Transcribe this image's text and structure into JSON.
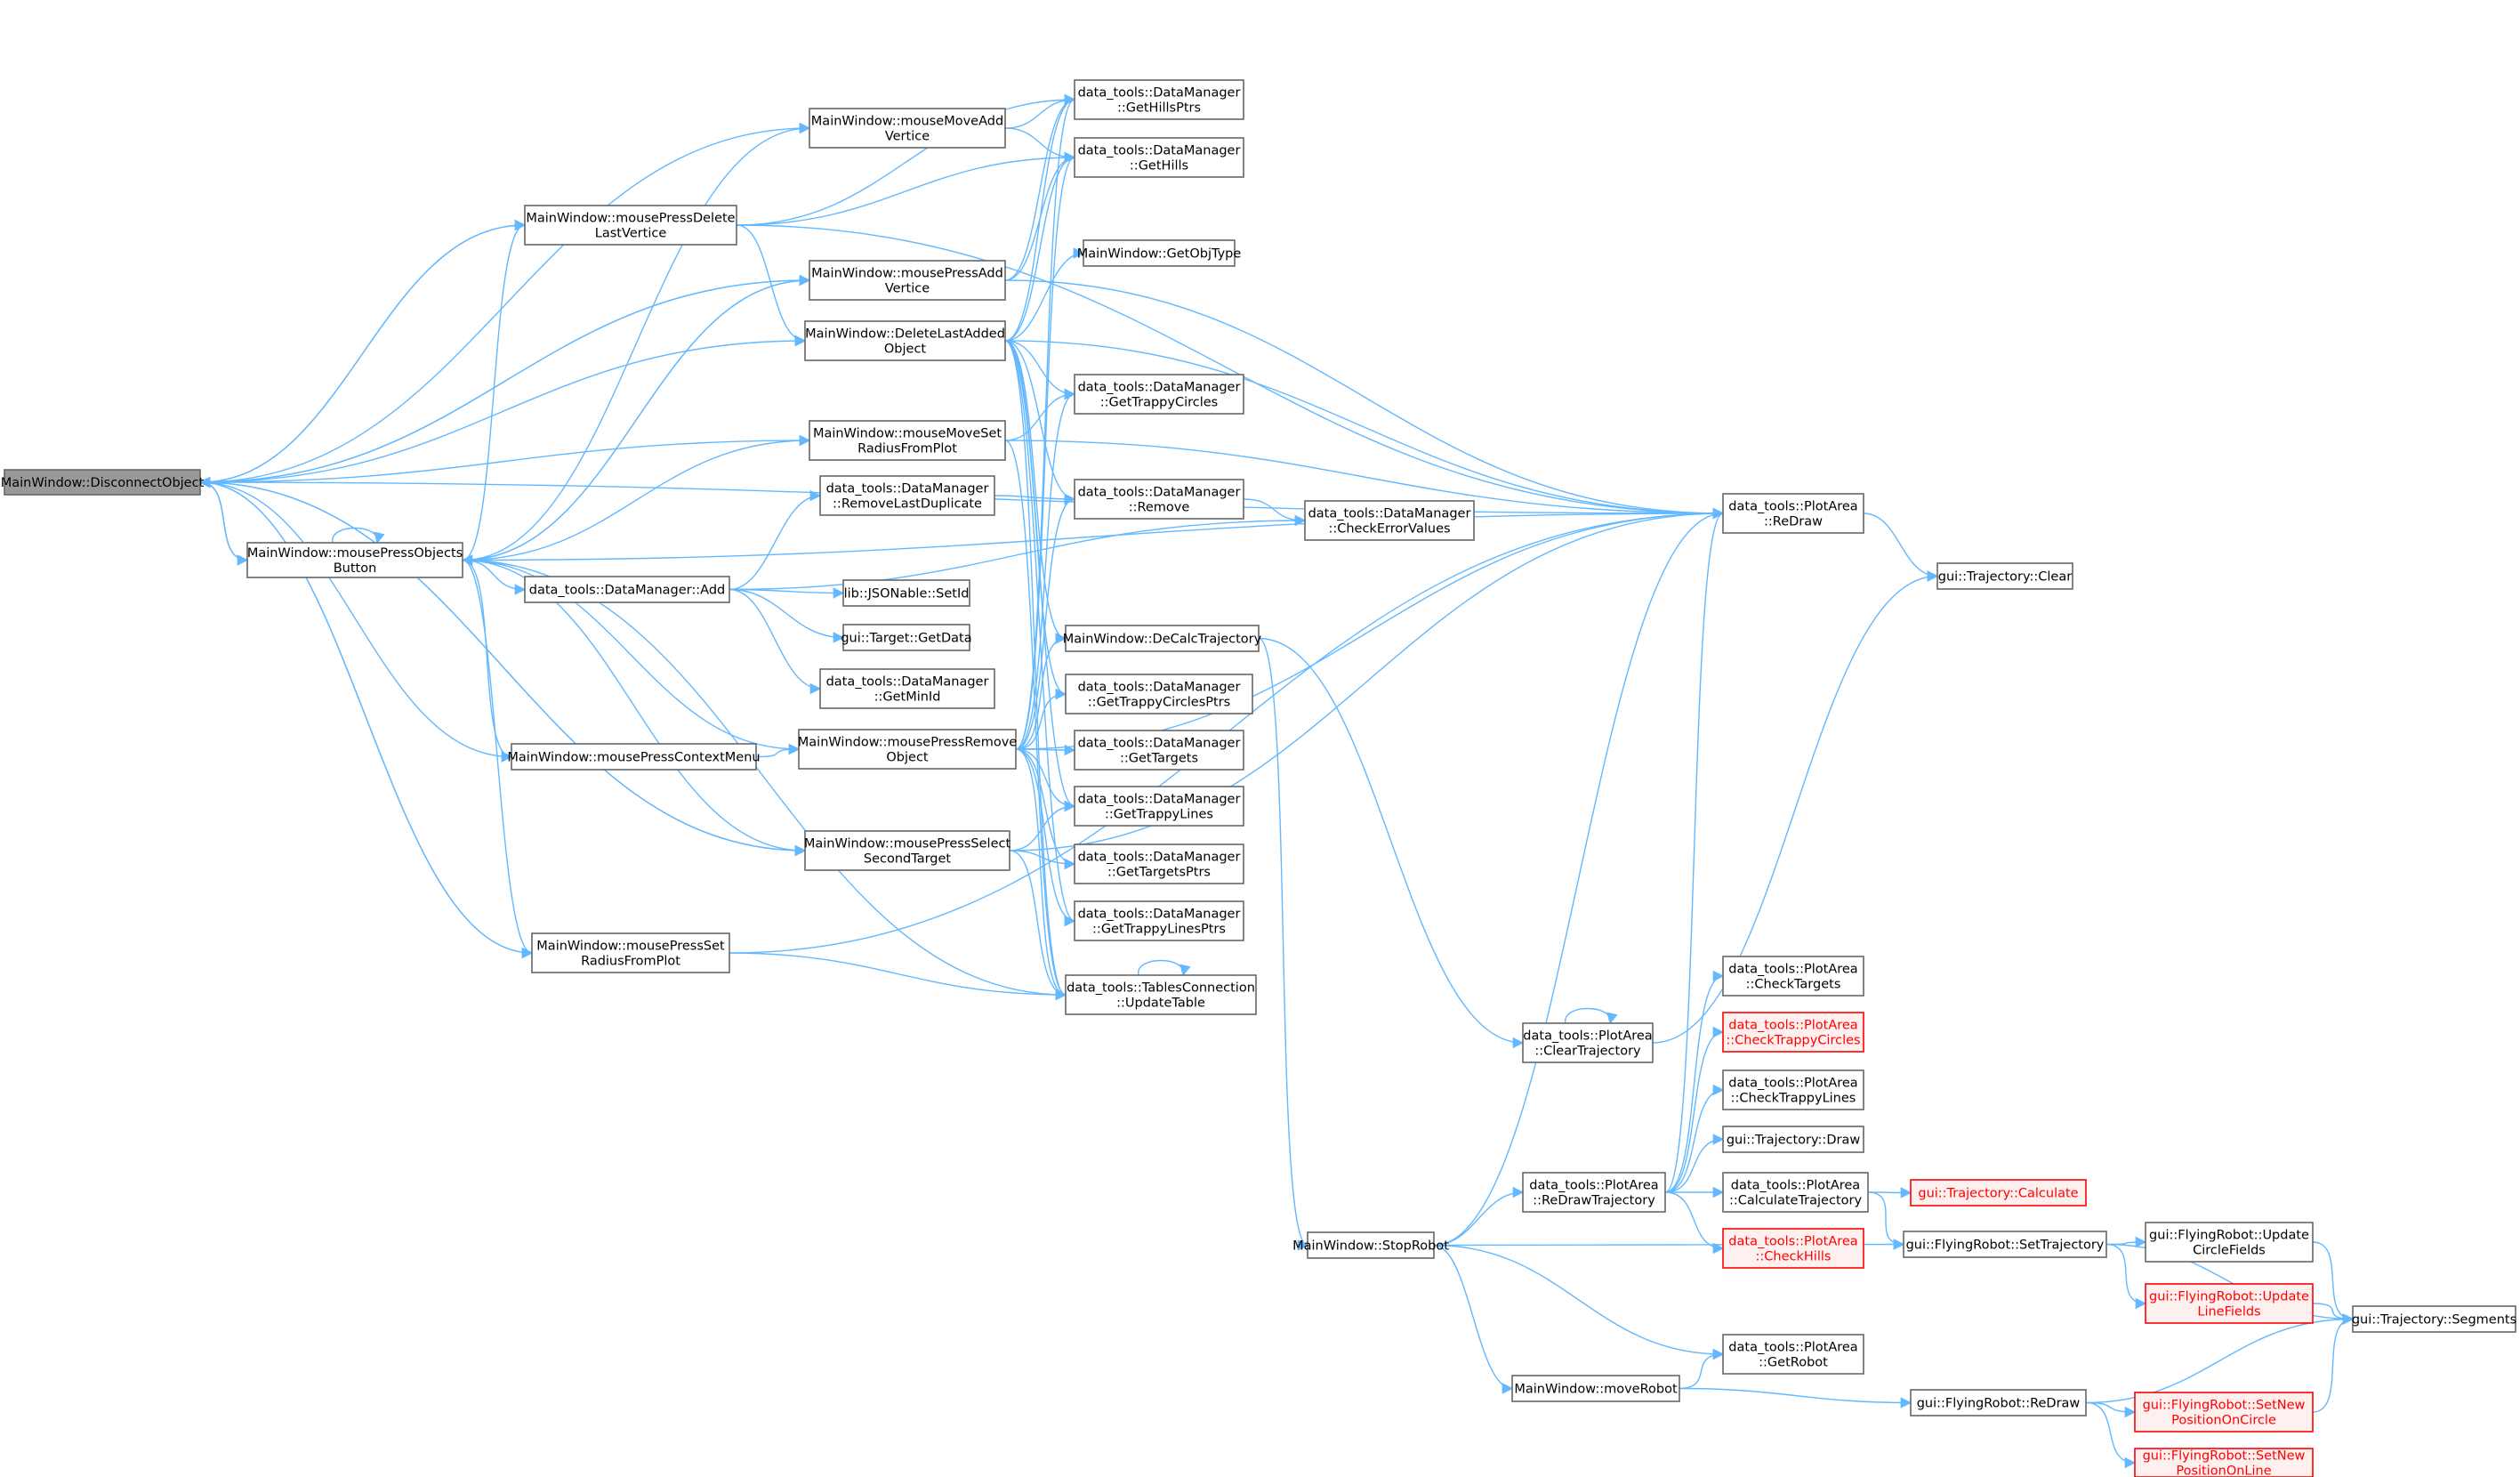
{
  "colors": {
    "edge": "#63b8ff",
    "node_border": "#666666",
    "node_fill": "#ffffff",
    "node_text": "#000000",
    "focus_fill": "#999999",
    "focus_border": "#666666",
    "missing_border": "#ff0000",
    "missing_fill": "#fff0f0",
    "missing_text": "#ff0000"
  },
  "nodes": {
    "disconnect": {
      "lines": [
        "MainWindow::DisconnectObject"
      ],
      "kind": "focus"
    },
    "objbtn": {
      "lines": [
        "MainWindow::mousePressObjects",
        "Button"
      ]
    },
    "mmAddV": {
      "lines": [
        "MainWindow::mouseMoveAdd",
        "Vertice"
      ]
    },
    "mpDelLast": {
      "lines": [
        "MainWindow::mousePressDelete",
        "LastVertice"
      ]
    },
    "mpAddV": {
      "lines": [
        "MainWindow::mousePressAdd",
        "Vertice"
      ]
    },
    "delLastAdded": {
      "lines": [
        "MainWindow::DeleteLastAdded",
        "Object"
      ]
    },
    "mmSetR": {
      "lines": [
        "MainWindow::mouseMoveSet",
        "RadiusFromPlot"
      ]
    },
    "dmRemLastDup": {
      "lines": [
        "data_tools::DataManager",
        "::RemoveLastDuplicate"
      ]
    },
    "dmAdd": {
      "lines": [
        "data_tools::DataManager::Add"
      ]
    },
    "setId": {
      "lines": [
        "lib::JSONable::SetId"
      ]
    },
    "getData": {
      "lines": [
        "gui::Target::GetData"
      ]
    },
    "getMinId": {
      "lines": [
        "data_tools::DataManager",
        "::GetMinId"
      ]
    },
    "ctxMenu": {
      "lines": [
        "MainWindow::mousePressContextMenu"
      ]
    },
    "mpRemObj": {
      "lines": [
        "MainWindow::mousePressRemove",
        "Object"
      ]
    },
    "mpSelSecond": {
      "lines": [
        "MainWindow::mousePressSelect",
        "SecondTarget"
      ]
    },
    "mpSetR": {
      "lines": [
        "MainWindow::mousePressSet",
        "RadiusFromPlot"
      ]
    },
    "getHillsPtrs": {
      "lines": [
        "data_tools::DataManager",
        "::GetHillsPtrs"
      ]
    },
    "getHills": {
      "lines": [
        "data_tools::DataManager",
        "::GetHills"
      ]
    },
    "getObjType": {
      "lines": [
        "MainWindow::GetObjType"
      ]
    },
    "getTrappyCircles": {
      "lines": [
        "data_tools::DataManager",
        "::GetTrappyCircles"
      ]
    },
    "dmRemove": {
      "lines": [
        "data_tools::DataManager",
        "::Remove"
      ]
    },
    "deCalcTraj": {
      "lines": [
        "MainWindow::DeCalcTrajectory"
      ]
    },
    "getTrappyCirclesPtrs": {
      "lines": [
        "data_tools::DataManager",
        "::GetTrappyCirclesPtrs"
      ]
    },
    "getTargets": {
      "lines": [
        "data_tools::DataManager",
        "::GetTargets"
      ]
    },
    "getTrappyLines": {
      "lines": [
        "data_tools::DataManager",
        "::GetTrappyLines"
      ]
    },
    "getTargetsPtrs": {
      "lines": [
        "data_tools::DataManager",
        "::GetTargetsPtrs"
      ]
    },
    "getTrappyLinesPtrs": {
      "lines": [
        "data_tools::DataManager",
        "::GetTrappyLinesPtrs"
      ]
    },
    "updateTable": {
      "lines": [
        "data_tools::TablesConnection",
        "::UpdateTable"
      ]
    },
    "checkErr": {
      "lines": [
        "data_tools::DataManager",
        "::CheckErrorValues"
      ]
    },
    "clearTraj": {
      "lines": [
        "data_tools::PlotArea",
        "::ClearTrajectory"
      ]
    },
    "stopRobot": {
      "lines": [
        "MainWindow::StopRobot"
      ]
    },
    "moveRobot": {
      "lines": [
        "MainWindow::moveRobot"
      ]
    },
    "paReDraw": {
      "lines": [
        "data_tools::PlotArea",
        "::ReDraw"
      ]
    },
    "trajClear": {
      "lines": [
        "gui::Trajectory::Clear"
      ]
    },
    "checkTargets": {
      "lines": [
        "data_tools::PlotArea",
        "::CheckTargets"
      ]
    },
    "checkTrappyCircles": {
      "lines": [
        "data_tools::PlotArea",
        "::CheckTrappyCircles"
      ],
      "kind": "missing"
    },
    "checkTrappyLines": {
      "lines": [
        "data_tools::PlotArea",
        "::CheckTrappyLines"
      ]
    },
    "trajDraw": {
      "lines": [
        "gui::Trajectory::Draw"
      ]
    },
    "reDrawTraj": {
      "lines": [
        "data_tools::PlotArea",
        "::ReDrawTrajectory"
      ]
    },
    "calcTraj": {
      "lines": [
        "data_tools::PlotArea",
        "::CalculateTrajectory"
      ]
    },
    "checkHills": {
      "lines": [
        "data_tools::PlotArea",
        "::CheckHills"
      ],
      "kind": "missing"
    },
    "getRobot": {
      "lines": [
        "data_tools::PlotArea",
        "::GetRobot"
      ]
    },
    "trajCalc": {
      "lines": [
        "gui::Trajectory::Calculate"
      ],
      "kind": "missing"
    },
    "frSetTraj": {
      "lines": [
        "gui::FlyingRobot::SetTrajectory"
      ]
    },
    "frReDraw": {
      "lines": [
        "gui::FlyingRobot::ReDraw"
      ]
    },
    "frUpdCircle": {
      "lines": [
        "gui::FlyingRobot::Update",
        "CircleFields"
      ]
    },
    "frUpdLine": {
      "lines": [
        "gui::FlyingRobot::Update",
        "LineFields"
      ],
      "kind": "missing"
    },
    "frSetNewCircle": {
      "lines": [
        "gui::FlyingRobot::SetNew",
        "PositionOnCircle"
      ],
      "kind": "missing"
    },
    "frSetNewLine": {
      "lines": [
        "gui::FlyingRobot::SetNew",
        "PositionOnLine"
      ],
      "kind": "missing"
    },
    "trajSegments": {
      "lines": [
        "gui::Trajectory::Segments"
      ]
    }
  },
  "edges": [
    [
      "disconnect",
      "mmAddV"
    ],
    [
      "disconnect",
      "mpDelLast"
    ],
    [
      "disconnect",
      "mpAddV"
    ],
    [
      "disconnect",
      "delLastAdded"
    ],
    [
      "disconnect",
      "mmSetR"
    ],
    [
      "disconnect",
      "objbtn"
    ],
    [
      "disconnect",
      "ctxMenu"
    ],
    [
      "disconnect",
      "mpSelSecond"
    ],
    [
      "disconnect",
      "mpSetR"
    ],
    [
      "disconnect",
      "paReDraw"
    ],
    [
      "objbtn",
      "disconnect"
    ],
    [
      "objbtn",
      "objbtn"
    ],
    [
      "objbtn",
      "mmAddV"
    ],
    [
      "objbtn",
      "mpDelLast"
    ],
    [
      "objbtn",
      "mpAddV"
    ],
    [
      "objbtn",
      "mmSetR"
    ],
    [
      "objbtn",
      "dmAdd"
    ],
    [
      "objbtn",
      "ctxMenu"
    ],
    [
      "objbtn",
      "mpRemObj"
    ],
    [
      "objbtn",
      "mpSelSecond"
    ],
    [
      "objbtn",
      "mpSetR"
    ],
    [
      "objbtn",
      "updateTable"
    ],
    [
      "objbtn",
      "paReDraw"
    ],
    [
      "mmAddV",
      "getHillsPtrs"
    ],
    [
      "mmAddV",
      "getHills"
    ],
    [
      "mpDelLast",
      "disconnect"
    ],
    [
      "mpDelLast",
      "getHillsPtrs"
    ],
    [
      "mpDelLast",
      "getHills"
    ],
    [
      "mpDelLast",
      "delLastAdded"
    ],
    [
      "mpDelLast",
      "paReDraw"
    ],
    [
      "mpAddV",
      "disconnect"
    ],
    [
      "mpAddV",
      "getHillsPtrs"
    ],
    [
      "mpAddV",
      "getHills"
    ],
    [
      "mpAddV",
      "objbtn"
    ],
    [
      "mpAddV",
      "paReDraw"
    ],
    [
      "delLastAdded",
      "getHillsPtrs"
    ],
    [
      "delLastAdded",
      "getHills"
    ],
    [
      "delLastAdded",
      "getObjType"
    ],
    [
      "delLastAdded",
      "getTrappyCircles"
    ],
    [
      "delLastAdded",
      "dmRemove"
    ],
    [
      "delLastAdded",
      "deCalcTraj"
    ],
    [
      "delLastAdded",
      "getTrappyCirclesPtrs"
    ],
    [
      "delLastAdded",
      "getTrappyLines"
    ],
    [
      "delLastAdded",
      "getTrappyLinesPtrs"
    ],
    [
      "delLastAdded",
      "updateTable"
    ],
    [
      "delLastAdded",
      "paReDraw"
    ],
    [
      "mmSetR",
      "getTrappyCircles"
    ],
    [
      "mmSetR",
      "updateTable"
    ],
    [
      "mmSetR",
      "paReDraw"
    ],
    [
      "dmAdd",
      "dmRemLastDup"
    ],
    [
      "dmAdd",
      "setId"
    ],
    [
      "dmAdd",
      "getData"
    ],
    [
      "dmAdd",
      "getMinId"
    ],
    [
      "dmAdd",
      "checkErr"
    ],
    [
      "dmRemLastDup",
      "dmRemove"
    ],
    [
      "dmRemove",
      "checkErr"
    ],
    [
      "ctxMenu",
      "mpRemObj"
    ],
    [
      "mpRemObj",
      "getHillsPtrs"
    ],
    [
      "mpRemObj",
      "getHills"
    ],
    [
      "mpRemObj",
      "getTrappyCircles"
    ],
    [
      "mpRemObj",
      "dmRemove"
    ],
    [
      "mpRemObj",
      "deCalcTraj"
    ],
    [
      "mpRemObj",
      "getTrappyCirclesPtrs"
    ],
    [
      "mpRemObj",
      "getTargets"
    ],
    [
      "mpRemObj",
      "getTrappyLines"
    ],
    [
      "mpRemObj",
      "getTargetsPtrs"
    ],
    [
      "mpRemObj",
      "getTrappyLinesPtrs"
    ],
    [
      "mpRemObj",
      "updateTable"
    ],
    [
      "mpRemObj",
      "paReDraw"
    ],
    [
      "mpSelSecond",
      "disconnect"
    ],
    [
      "mpSelSecond",
      "getTrappyLines"
    ],
    [
      "mpSelSecond",
      "getTargetsPtrs"
    ],
    [
      "mpSelSecond",
      "updateTable"
    ],
    [
      "mpSelSecond",
      "paReDraw"
    ],
    [
      "mpSetR",
      "disconnect"
    ],
    [
      "mpSetR",
      "updateTable"
    ],
    [
      "mpSetR",
      "paReDraw"
    ],
    [
      "updateTable",
      "updateTable"
    ],
    [
      "deCalcTraj",
      "clearTraj"
    ],
    [
      "deCalcTraj",
      "stopRobot"
    ],
    [
      "clearTraj",
      "clearTraj"
    ],
    [
      "clearTraj",
      "trajClear"
    ],
    [
      "paReDraw",
      "trajClear"
    ],
    [
      "stopRobot",
      "paReDraw"
    ],
    [
      "stopRobot",
      "reDrawTraj"
    ],
    [
      "stopRobot",
      "frSetTraj"
    ],
    [
      "stopRobot",
      "getRobot"
    ],
    [
      "stopRobot",
      "moveRobot"
    ],
    [
      "reDrawTraj",
      "paReDraw"
    ],
    [
      "reDrawTraj",
      "checkTargets"
    ],
    [
      "reDrawTraj",
      "checkTrappyCircles"
    ],
    [
      "reDrawTraj",
      "checkTrappyLines"
    ],
    [
      "reDrawTraj",
      "trajDraw"
    ],
    [
      "reDrawTraj",
      "calcTraj"
    ],
    [
      "reDrawTraj",
      "checkHills"
    ],
    [
      "calcTraj",
      "trajCalc"
    ],
    [
      "calcTraj",
      "frSetTraj"
    ],
    [
      "frSetTraj",
      "frUpdCircle"
    ],
    [
      "frSetTraj",
      "frUpdLine"
    ],
    [
      "frSetTraj",
      "trajSegments"
    ],
    [
      "frUpdCircle",
      "trajSegments"
    ],
    [
      "frUpdLine",
      "trajSegments"
    ],
    [
      "moveRobot",
      "getRobot"
    ],
    [
      "moveRobot",
      "frReDraw"
    ],
    [
      "frReDraw",
      "frSetNewCircle"
    ],
    [
      "frReDraw",
      "frSetNewLine"
    ],
    [
      "frReDraw",
      "trajSegments"
    ],
    [
      "frSetNewCircle",
      "trajSegments"
    ]
  ]
}
